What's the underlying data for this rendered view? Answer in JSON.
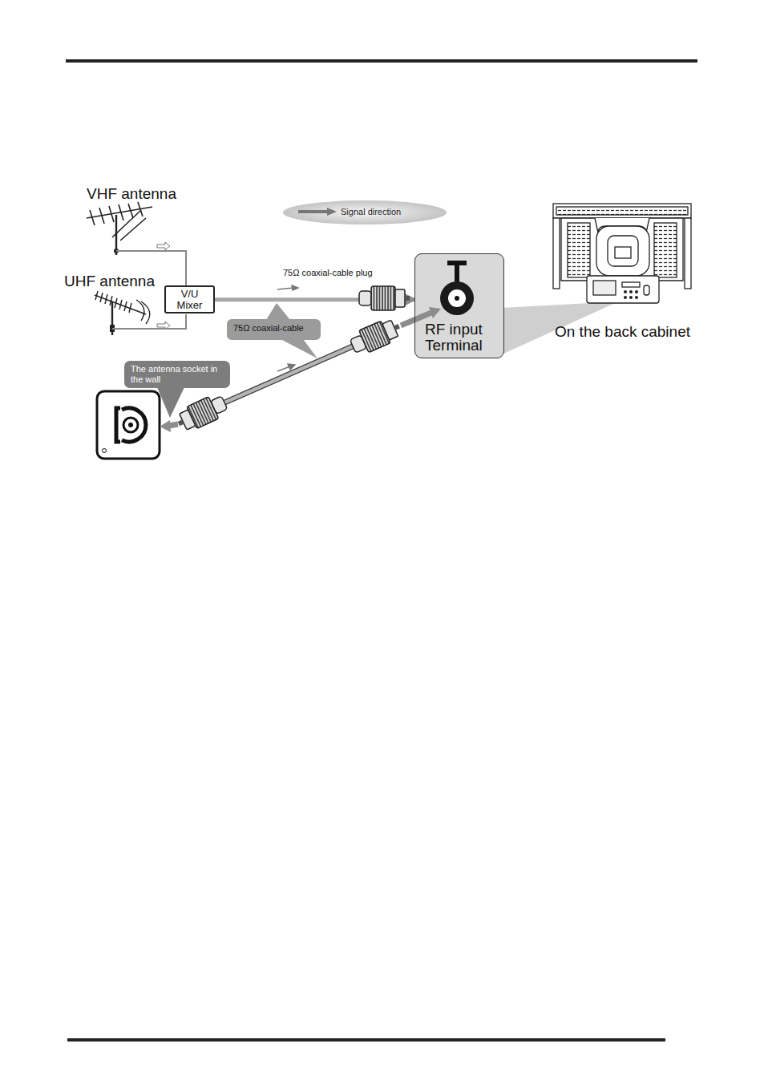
{
  "diagram": {
    "nodes": [
      {
        "text": [
          "V/U Mixer"
        ]
      },
      {
        "text": [
          "RF input Terminal"
        ]
      },
      {
        "text": [
          "75Ω coaxial-cable"
        ]
      },
      {
        "text": [
          "The antenna socket in the wall"
        ]
      }
    ],
    "edges": [
      {
        "from": 0,
        "to": 1,
        "arrow": "to"
      }
    ],
    "labels": [
      "VHF antenna",
      "UHF antenna",
      "75Ω coaxial-cable plug",
      "On the back cabinet"
    ],
    "legend": [
      {
        "text": "Signal direction"
      }
    ]
  }
}
